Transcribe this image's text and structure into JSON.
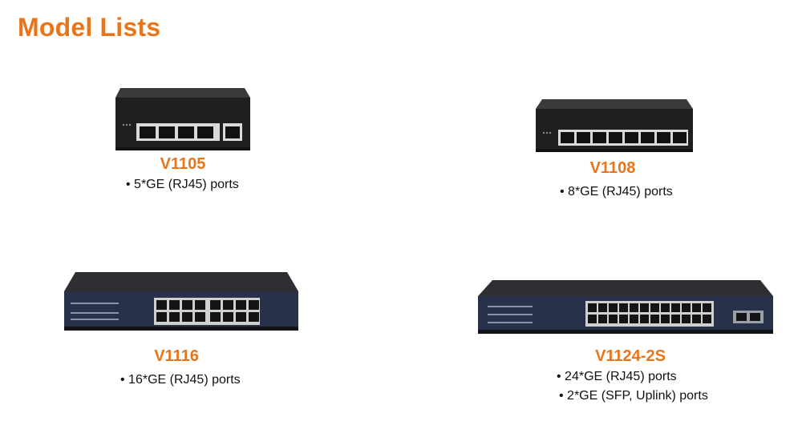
{
  "page": {
    "title": "Model Lists",
    "accent_color": "#e8751a"
  },
  "models": [
    {
      "name": "V1105",
      "features": [
        "• 5*GE (RJ45) ports"
      ]
    },
    {
      "name": "V1108",
      "features": [
        "• 8*GE (RJ45) ports"
      ]
    },
    {
      "name": "V1116",
      "features": [
        "• 16*GE (RJ45) ports"
      ]
    },
    {
      "name": "V1124-2S",
      "features": [
        "• 24*GE (RJ45) ports",
        "• 2*GE (SFP, Uplink) ports"
      ]
    }
  ]
}
